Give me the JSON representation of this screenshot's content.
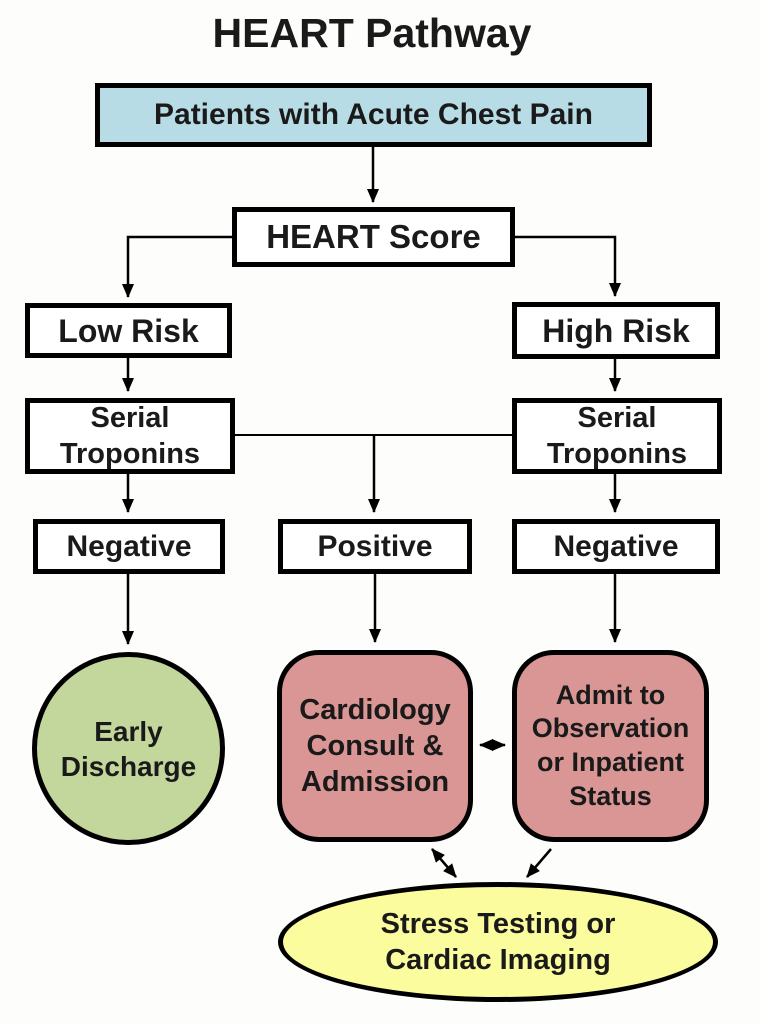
{
  "title": "HEART Pathway",
  "colors": {
    "background": "#fdfdfb",
    "line": "#000000",
    "text": "#1a1a1a",
    "box-blue": "#b8dce6",
    "box-green": "#c3d69b",
    "box-rose": "#d99694",
    "box-yellow": "#fbfc9e"
  },
  "nodes": {
    "patients": "Patients with Acute Chest Pain",
    "heart_score": "HEART Score",
    "low_risk": "Low Risk",
    "high_risk": "High Risk",
    "serial_troponins_left": "Serial\nTroponins",
    "serial_troponins_right": "Serial\nTroponins",
    "negative_left": "Negative",
    "positive": "Positive",
    "negative_right": "Negative",
    "early_discharge": "Early\nDischarge",
    "cardiology": "Cardiology\nConsult &\nAdmission",
    "admit": "Admit to\nObservation\nor Inpatient\nStatus",
    "stress_testing": "Stress Testing or\nCardiac Imaging"
  }
}
